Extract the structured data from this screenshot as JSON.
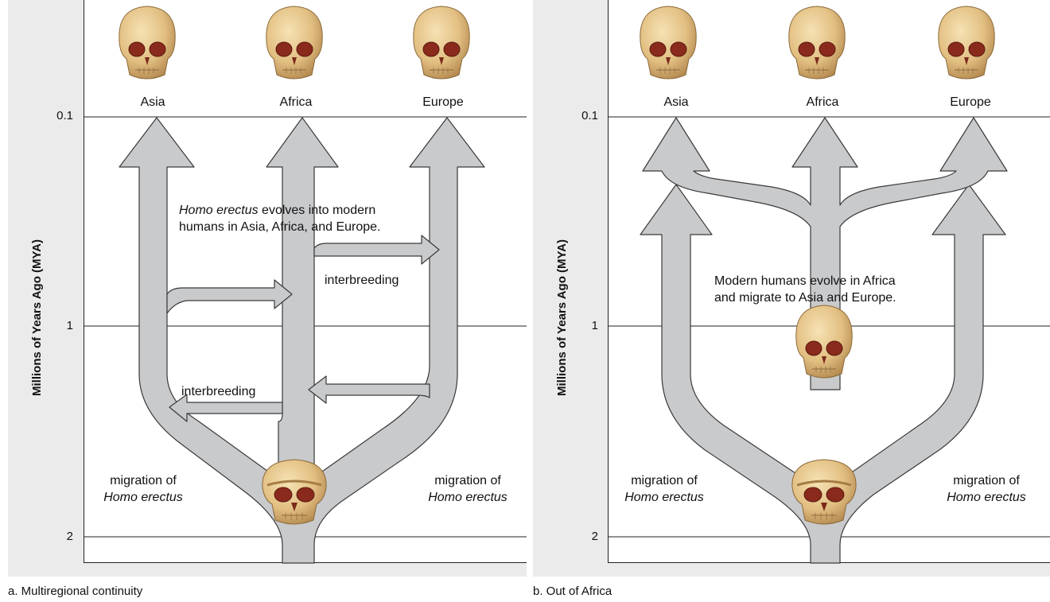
{
  "panel_a": {
    "axis_title": "Millions of Years Ago (MYA)",
    "ticks": [
      "0.1",
      "1",
      "2"
    ],
    "regions": [
      "Asia",
      "Africa",
      "Europe"
    ],
    "evolve_text_italic": "Homo erectus",
    "evolve_text_rest_1": " evolves into modern",
    "evolve_text_line2": "humans in Asia, Africa, and Europe.",
    "interbreeding_upper": "interbreeding",
    "interbreeding_lower": "interbreeding",
    "migration_left_1": "migration of",
    "migration_left_2": "Homo erectus",
    "migration_right_1": "migration of",
    "migration_right_2": "Homo erectus",
    "caption": "a. Multiregional continuity"
  },
  "panel_b": {
    "axis_title": "Millions of Years Ago (MYA)",
    "ticks": [
      "0.1",
      "1",
      "2"
    ],
    "regions": [
      "Asia",
      "Africa",
      "Europe"
    ],
    "evolve_line1": "Modern humans evolve in Africa",
    "evolve_line2": "and migrate to Asia and Europe.",
    "migration_left_1": "migration of",
    "migration_left_2": "Homo erectus",
    "migration_right_1": "migration of",
    "migration_right_2": "Homo erectus",
    "caption": "b. Out of Africa"
  },
  "colors": {
    "arrow_fill": "#c9cacc",
    "arrow_stroke": "#3a3a3a",
    "panel_bg": "#ebebeb",
    "skull_bone": "#e8c98f",
    "skull_shadow": "#b88a4e",
    "eye_socket": "#8a2a1c"
  },
  "icons": [
    "skull-icon",
    "arrow-icon"
  ]
}
